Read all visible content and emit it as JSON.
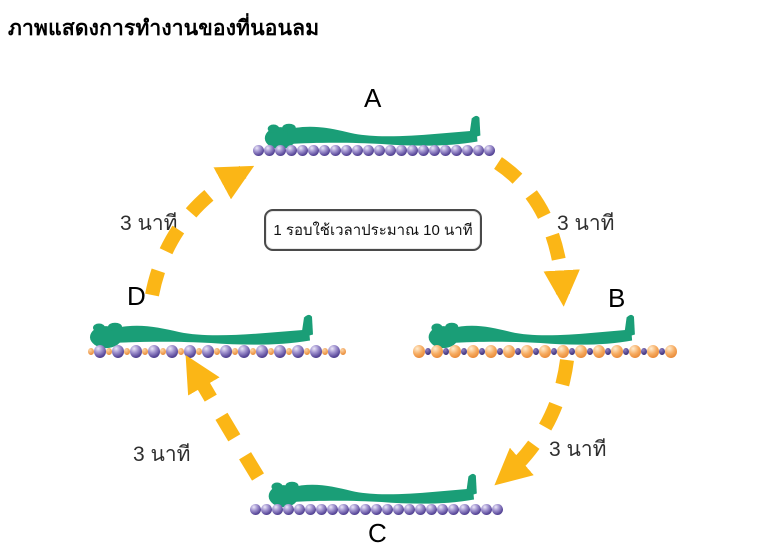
{
  "title": "ภาพแสดงการทำงานของที่นอนลม",
  "center_note": "1 รอบใช้เวลาประมาณ  10 นาที",
  "stations": [
    {
      "id": "A",
      "label": "A",
      "pattern": "uniform-purple",
      "cells": 22,
      "description": "all air cells inflated (purple)"
    },
    {
      "id": "B",
      "label": "B",
      "pattern": "alt-orange-big",
      "cells": 29,
      "description": "alternate cells inflated (orange big, purple deflated)"
    },
    {
      "id": "C",
      "label": "C",
      "pattern": "uniform-purple",
      "cells": 23,
      "description": "all air cells inflated (purple)"
    },
    {
      "id": "D",
      "label": "D",
      "pattern": "alt-purple-big",
      "cells": 29,
      "description": "alternate cells inflated (purple big, orange deflated)"
    }
  ],
  "arrows": [
    {
      "from": "A",
      "to": "B",
      "label": "3 นาที"
    },
    {
      "from": "B",
      "to": "C",
      "label": "3 นาที"
    },
    {
      "from": "C",
      "to": "D",
      "label": "3 นาที"
    },
    {
      "from": "D",
      "to": "A",
      "label": "3 นาที"
    }
  ],
  "colors": {
    "figure_green": "#1a9e77",
    "cell_purple": "#5b4a9b",
    "cell_orange": "#f0a359",
    "arrow_yellow": "#fbb616"
  }
}
